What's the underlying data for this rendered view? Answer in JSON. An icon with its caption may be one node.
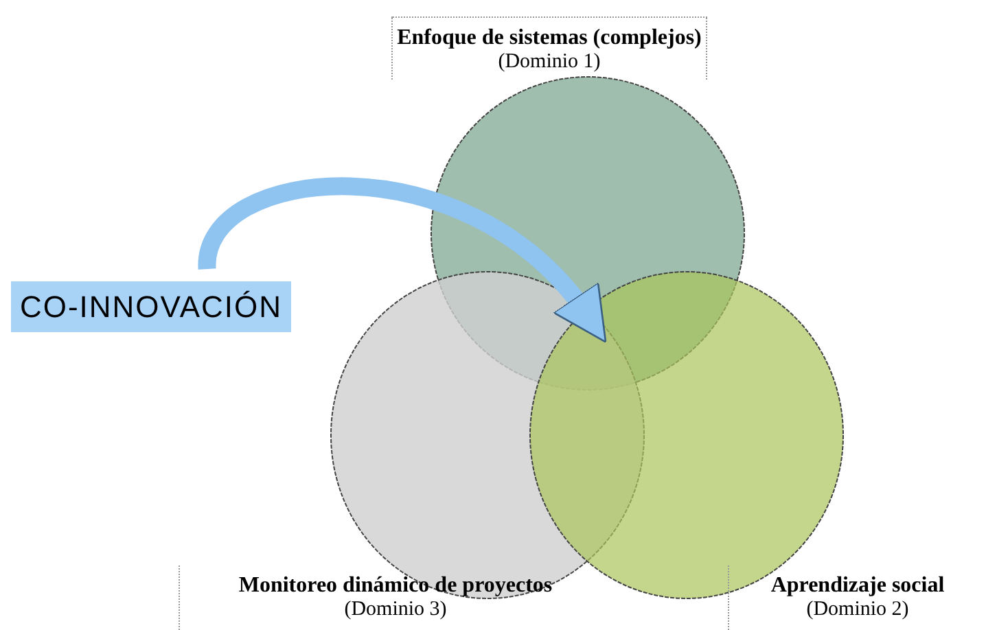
{
  "diagram": {
    "nodes": [
      {
        "text": [
          "Enfoque de sistemas (complejos)",
          "(Dominio 1)"
        ]
      },
      {
        "text": [],
        "shape": "circle"
      },
      {
        "text": [],
        "shape": "circle"
      },
      {
        "text": [],
        "shape": "circle"
      },
      {
        "text": [
          "CO-INNOVACIÓN"
        ]
      },
      {
        "text": [
          "Monitoreo dinámico de proyectos",
          "(Dominio 3)"
        ]
      },
      {
        "text": [
          "Aprendizaje social",
          "(Dominio 2)"
        ]
      }
    ],
    "edges": [
      {
        "from": 4,
        "to": 1,
        "arrow": "to"
      }
    ]
  }
}
